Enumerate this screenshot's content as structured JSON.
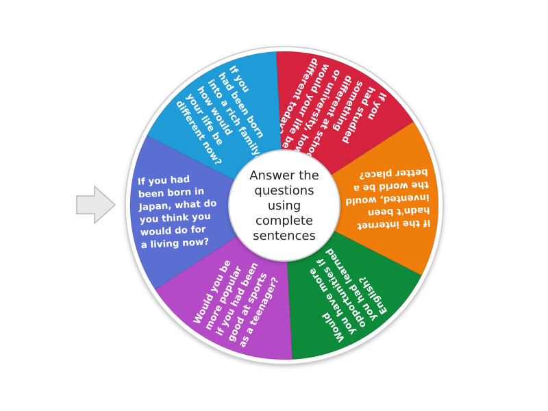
{
  "wheel": {
    "center_text": [
      "Answer the",
      "questions",
      "using",
      "complete",
      "sentences"
    ],
    "segments": [
      {
        "color": "#d5233f",
        "lines": [
          "If you",
          "had studied",
          "something",
          "different at school",
          "or university, how",
          "would your life be",
          "different today?"
        ]
      },
      {
        "color": "#ef7d0b",
        "lines": [
          "If the internet",
          "hadn't been",
          "invented, would",
          "the world be a",
          "better place?"
        ]
      },
      {
        "color": "#0e8a3b",
        "lines": [
          "Would",
          "you have more",
          "opportunities if",
          "you had learned",
          "English?"
        ]
      },
      {
        "color": "#b44ac6",
        "lines": [
          "Would you be",
          "more popular",
          "if you had been",
          "good at sports",
          "as a teenager?"
        ]
      },
      {
        "color": "#5b6fd2",
        "lines": [
          "If you had",
          "been born in",
          "Japan, what do",
          "you think you",
          "would do for",
          "a living now?"
        ]
      },
      {
        "color": "#1f9bd7",
        "lines": [
          "If you",
          "had been born",
          "into a rich family,",
          "how would",
          "your life be",
          "different now?"
        ]
      }
    ]
  },
  "pointer": {
    "icon": "arrow-right-icon",
    "fill": "#e9e9e9",
    "stroke": "#b5b5b5"
  }
}
